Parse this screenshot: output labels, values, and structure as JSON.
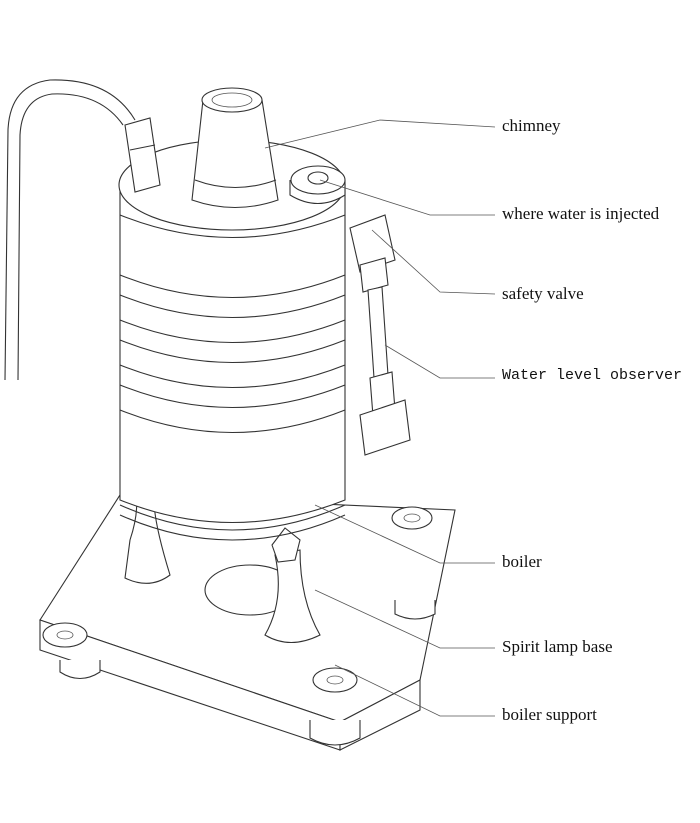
{
  "title": "Steam boiler assembly diagram",
  "labels": {
    "chimney": "chimney",
    "water_inlet": "where water is injected",
    "safety_valve": "safety valve",
    "water_level": "Water level observer",
    "boiler": "boiler",
    "lamp_base": "Spirit lamp base",
    "support": "boiler support"
  },
  "colors": {
    "line": "#333333",
    "text": "#111111",
    "background": "#ffffff"
  }
}
